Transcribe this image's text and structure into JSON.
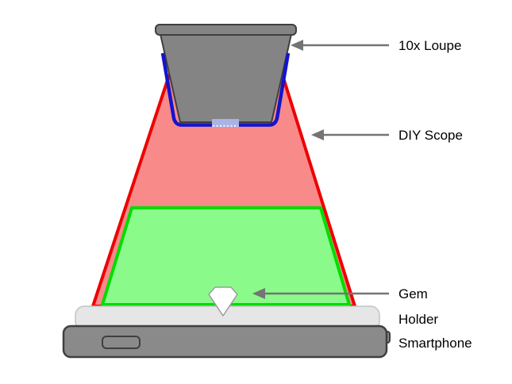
{
  "diagram": {
    "background": "#ffffff",
    "parts": {
      "loupe": {
        "label": "10x Loupe"
      },
      "scope": {
        "label": "DIY Scope"
      },
      "gem": {
        "label": "Gem"
      },
      "holder": {
        "label": "Holder"
      },
      "smartphone": {
        "label": "Smartphone"
      }
    },
    "colors": {
      "scope_outline": "#ee0000",
      "scope_fill": "#f98a8a",
      "view_area_outline": "#00dd00",
      "view_area_fill": "#8afa8a",
      "loupe_body": "#848484",
      "loupe_outline": "#3f3f3f",
      "mount_blue": "#1414cc",
      "lens_blue": "#a9b3e6",
      "lens_dots": "#f2f4fc",
      "holder_fill": "#e6e6e6",
      "holder_outline": "#c4c4c4",
      "phone_fill": "#8a8a8a",
      "phone_outline": "#3f3f3f",
      "button_fill": "#8a8a8a",
      "gem_fill": "#ffffff",
      "gem_outline": "#9c9c9c",
      "arrow": "#747474",
      "label_text": "#000000"
    }
  }
}
